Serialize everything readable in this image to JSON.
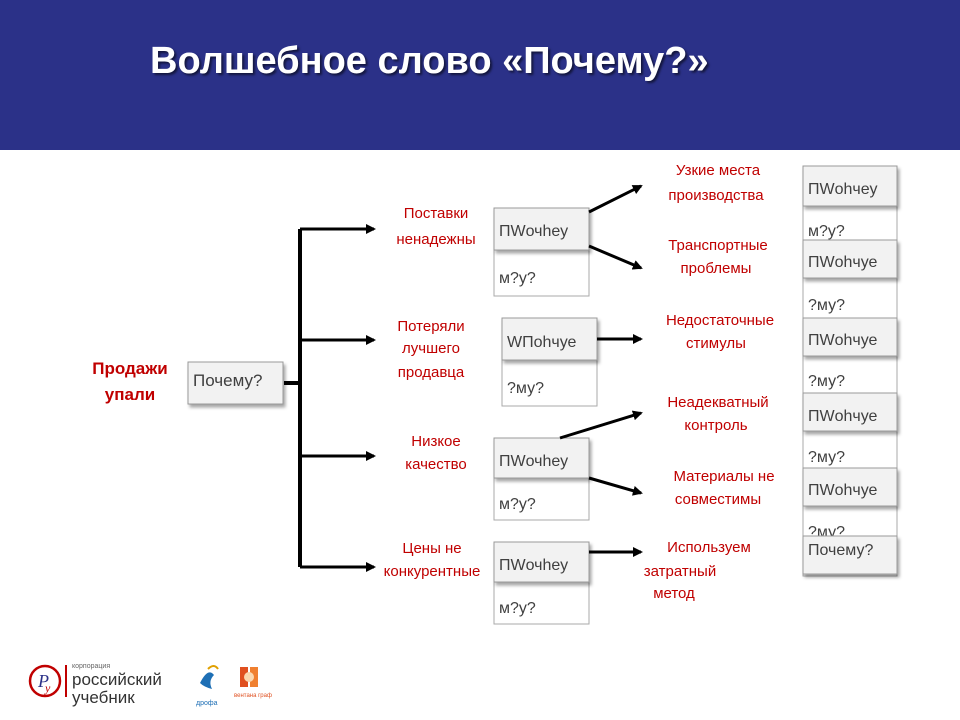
{
  "header": {
    "title": "Волшебное слово «Почему?»",
    "bg_color": "#2b3188"
  },
  "colors": {
    "label": "#c00000",
    "box_text": "#404040",
    "arrow": "#000000"
  },
  "root": {
    "line1": "Продажи",
    "line2": "упали",
    "box": "Почему?"
  },
  "level1": [
    {
      "lines": [
        "Поставки",
        "ненадежны"
      ],
      "box_top": "ПWочhеу",
      "box_bottom": "м?у?"
    },
    {
      "lines": [
        "Потеряли",
        "лучшего",
        "продавца"
      ],
      "box_top": "WПоhчуе",
      "box_bottom": "?му?"
    },
    {
      "lines": [
        "Низкое",
        "качество"
      ],
      "box_top": "ПWочhеу",
      "box_bottom": "м?у?"
    },
    {
      "lines": [
        "Цены не",
        "конкурентные"
      ],
      "box_top": "ПWочhеу",
      "box_bottom": "м?у?"
    }
  ],
  "level2": [
    {
      "lines": [
        "Узкие места",
        "производства"
      ]
    },
    {
      "lines": [
        "Транспортные",
        "проблемы"
      ]
    },
    {
      "lines": [
        "Недостаточные",
        "стимулы"
      ]
    },
    {
      "lines": [
        "Неадекватный",
        "контроль"
      ]
    },
    {
      "lines": [
        "Материалы не",
        "совместимы"
      ]
    },
    {
      "lines": [
        "Используем",
        "затратный",
        "метод"
      ]
    }
  ],
  "level3": [
    {
      "box_top": "ПWоhчеу",
      "box_bottom": "м?у?"
    },
    {
      "box_top": "ПWоhчуе",
      "box_bottom": "?му?"
    },
    {
      "box_top": "ПWоhчуе",
      "box_bottom": "?му?"
    },
    {
      "box_top": "ПWоhчуе",
      "box_bottom": "?му?"
    },
    {
      "box_top": "ПWоhчуе",
      "box_bottom": "?му?"
    },
    {
      "box_top": "Почему?"
    }
  ],
  "footer": {
    "small": "корпорация",
    "brand1": "российский",
    "brand2": "учебник",
    "logo2": "дрофа",
    "logo3": "вентана граф"
  }
}
